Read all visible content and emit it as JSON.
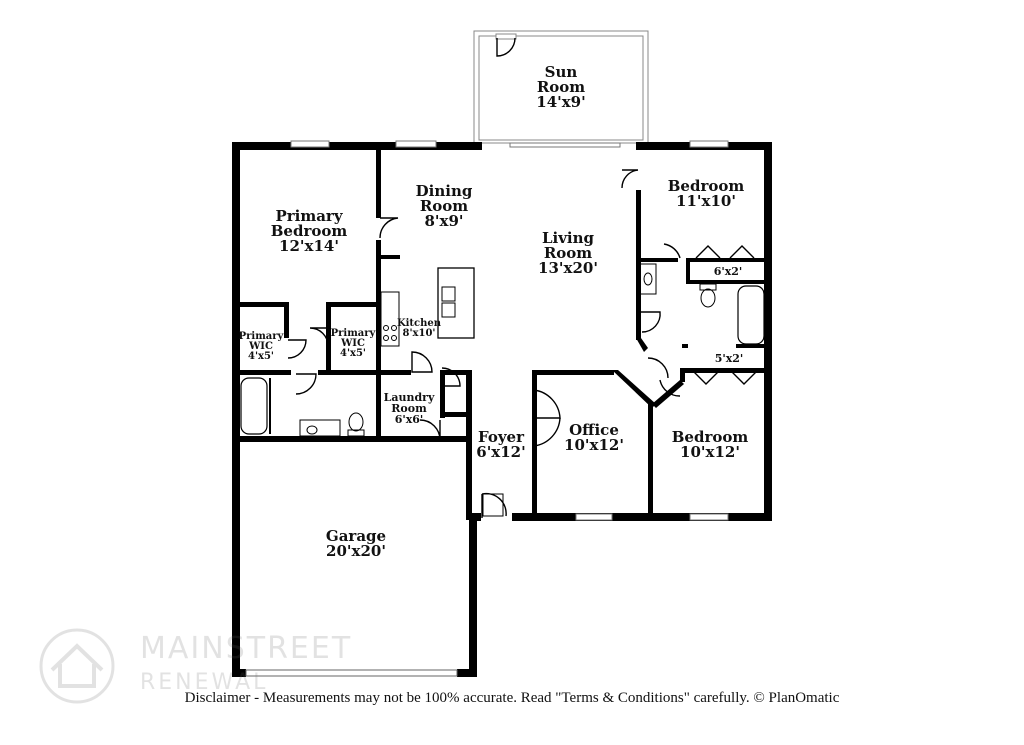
{
  "rooms": {
    "sun_room": {
      "name_line1": "Sun",
      "name_line2": "Room",
      "dims": "14'x9'"
    },
    "dining_room": {
      "name_line1": "Dining",
      "name_line2": "Room",
      "dims": "8'x9'"
    },
    "primary_bedroom": {
      "name_line1": "Primary",
      "name_line2": "Bedroom",
      "dims": "12'x14'"
    },
    "living_room": {
      "name_line1": "Living",
      "name_line2": "Room",
      "dims": "13'x20'"
    },
    "bedroom_1": {
      "name": "Bedroom",
      "dims": "11'x10'"
    },
    "closet_1": {
      "dims": "6'x2'"
    },
    "primary_wic_1": {
      "name_line1": "Primary",
      "name_line2": "WIC",
      "dims": "4'x5'"
    },
    "primary_wic_2": {
      "name_line1": "Primary",
      "name_line2": "WIC",
      "dims": "4'x5'"
    },
    "kitchen": {
      "name": "Kitchen",
      "dims": "8'x10'"
    },
    "closet_2": {
      "dims": "5'x2'"
    },
    "laundry_room": {
      "name_line1": "Laundry",
      "name_line2": "Room",
      "dims": "6'x6'"
    },
    "foyer": {
      "name": "Foyer",
      "dims": "6'x12'"
    },
    "office": {
      "name": "Office",
      "dims": "10'x12'"
    },
    "bedroom_2": {
      "name": "Bedroom",
      "dims": "10'x12'"
    },
    "garage": {
      "name": "Garage",
      "dims": "20'x20'"
    }
  },
  "watermark": {
    "line1": "MAINSTREET",
    "line2": "RENEWAL"
  },
  "disclaimer": "Disclaimer - Measurements may not be 100% accurate. Read \"Terms & Conditions\" carefully. © PlanOmatic"
}
